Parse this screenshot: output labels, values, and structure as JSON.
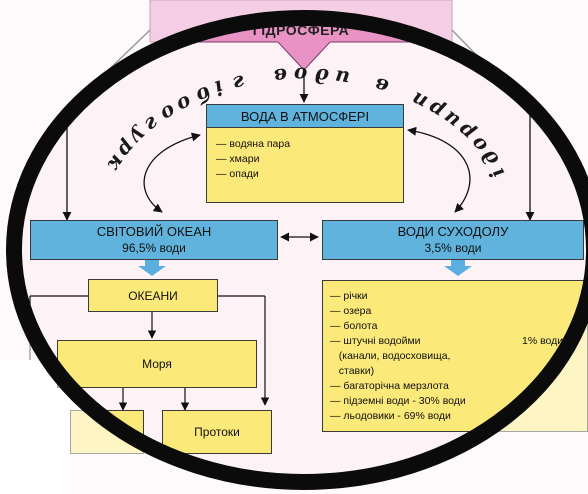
{
  "banner": {
    "title": "ГІДРОСФЕРА"
  },
  "arc_caption": [
    "к",
    "р",
    "у",
    "г",
    "о",
    "о",
    "б",
    "і",
    "г",
    " ",
    "в",
    "о",
    "д",
    "и",
    " ",
    "в",
    " ",
    "п",
    "р",
    "и",
    "р",
    "о",
    "д",
    "і"
  ],
  "atmosphere": {
    "title": "ВОДА В АТМОСФЕРІ",
    "items": [
      "— водяна пара",
      "— хмари",
      "— опади"
    ]
  },
  "ocean": {
    "title": "СВІТОВИЙ ОКЕАН",
    "subtitle": "96,5% води"
  },
  "land": {
    "title": "ВОДИ СУХОДОЛУ",
    "subtitle": "3,5% води"
  },
  "oceans_box": {
    "label": "ОКЕАНИ"
  },
  "seas_box": {
    "label": "Моря"
  },
  "straits_box": {
    "label": "Протоки"
  },
  "land_list": {
    "items": [
      "— річки",
      "— озера",
      "— болота",
      "— штучні водойми",
      "   (канали, водосховища,",
      "   ставки)",
      "— багаторічна мерзлота",
      "— підземні води - 30% води",
      "— льодовики - 69% води"
    ],
    "bracket_label": "1% води"
  },
  "colors": {
    "header_blue": "#5fb3dc",
    "panel_yellow": "#fbe97a",
    "banner_pink": "#e893c4",
    "arrow_blue": "#5aaee0",
    "frame_black": "#0b0b0b"
  },
  "icons": [
    "cloud-rain-icon",
    "cloud-rain-icon"
  ]
}
